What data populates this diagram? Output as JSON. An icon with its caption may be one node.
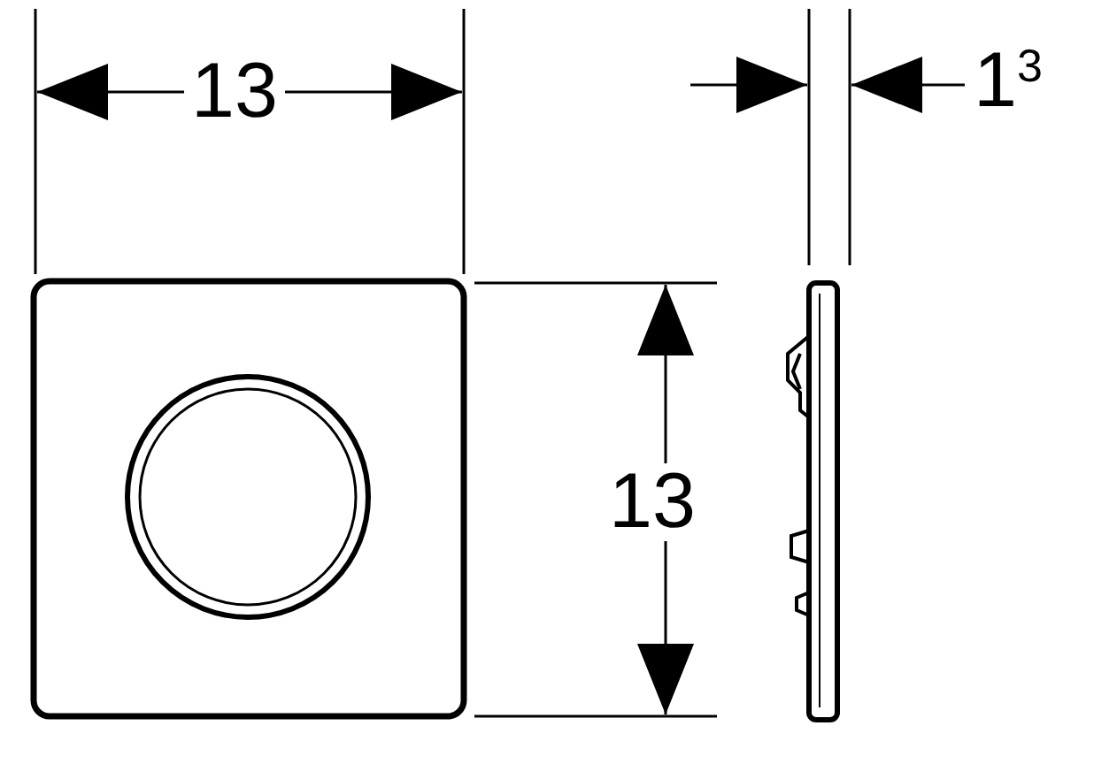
{
  "diagram": {
    "labels": [
      "13",
      "1$^{3}$",
      "13"
    ]
  }
}
